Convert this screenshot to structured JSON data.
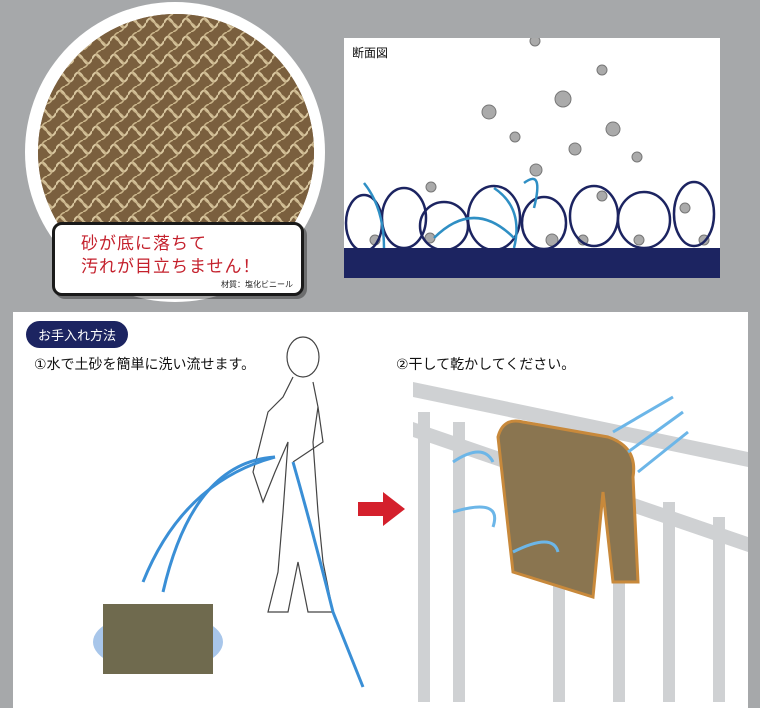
{
  "callout": {
    "headline_line1": "砂が底に落ちて",
    "headline_line2": "汚れが目立ちません！",
    "material": "材質：塩化ビニール"
  },
  "cross_section": {
    "label": "断面図"
  },
  "care": {
    "badge": "お手入れ方法",
    "step1": "①水で土砂を簡単に洗い流せます。",
    "step2": "②干して乾かしてください。"
  },
  "colors": {
    "navy": "#1c2461",
    "red": "#c4202c",
    "mat": "#8a6f4c",
    "water": "#3a8fd6"
  }
}
